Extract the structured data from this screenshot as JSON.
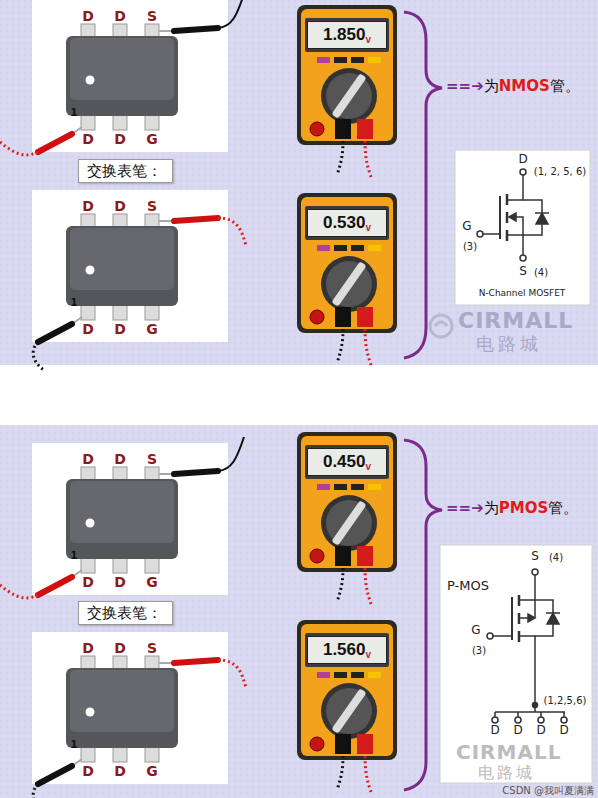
{
  "diagram": {
    "nodes": [
      {
        "text": [
          "D",
          "D",
          "S",
          "D",
          "D",
          "G",
          "1"
        ]
      },
      {
        "text": [
          "1.850",
          "v"
        ]
      },
      {
        "text": [
          "交换表笔："
        ]
      },
      {
        "text": [
          "D",
          "D",
          "S",
          "D",
          "D",
          "G",
          "1"
        ]
      },
      {
        "text": [
          "0.530",
          "v"
        ]
      },
      {
        "text": [
          "D",
          "(1, 2, 5, 6)",
          "G",
          "(3)",
          "S",
          "(4)",
          "N-Channel MOSFET"
        ]
      },
      {
        "text": [
          "D",
          "D",
          "S",
          "D",
          "D",
          "G",
          "1"
        ]
      },
      {
        "text": [
          "0.450",
          "v"
        ]
      },
      {
        "text": [
          "交换表笔："
        ]
      },
      {
        "text": [
          "D",
          "D",
          "S",
          "D",
          "D",
          "G",
          "1"
        ]
      },
      {
        "text": [
          "1.560",
          "v"
        ]
      },
      {
        "text": [
          "P-MOS",
          "S",
          "(4)",
          "G",
          "(3)",
          "(1,2,5,6)",
          "D",
          "D",
          "D",
          "D"
        ]
      }
    ],
    "labels": [
      "==➔",
      "为",
      "NMOS",
      "管。",
      "CIRMALL",
      "电路城",
      "==➔",
      "为",
      "PMOS",
      "管。",
      "CIRMALL",
      "电路城",
      "CSDN @我叫夏满满"
    ]
  }
}
